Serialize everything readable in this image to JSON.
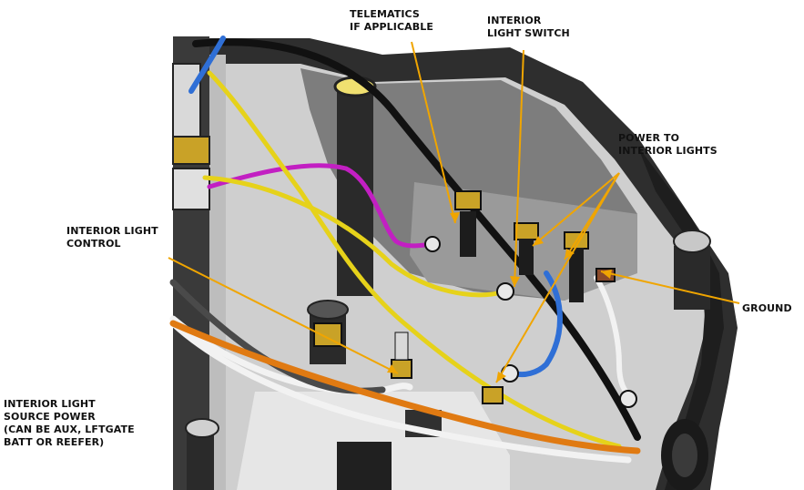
{
  "labels": {
    "telematics": [
      "TELEMATICS",
      "IF APPLICABLE"
    ],
    "interior_light_switch": [
      "INTERIOR",
      "LIGHT SWITCH"
    ],
    "power_to_interior_lights": [
      "POWER TO",
      "INTERIOR LIGHTS"
    ],
    "interior_light_control": [
      "INTERIOR LIGHT",
      "CONTROL"
    ],
    "ground": [
      "GROUND"
    ],
    "interior_light_source_power": [
      "INTERIOR LIGHT",
      "SOURCE POWER",
      "(CAN BE AUX, LFTGATE",
      "BATT OR REEFER)"
    ]
  },
  "colors": {
    "leader_line": "#f0a500",
    "housing_dark": "#2b2b2b",
    "housing_light": "#d8d8d8",
    "wire_black": "#111111",
    "wire_yellow": "#e6d21a",
    "wire_blue": "#2f6fd6",
    "wire_magenta": "#c21fc2",
    "wire_orange": "#e07a12",
    "wire_white": "#f2f2f2",
    "wire_grey": "#4a4a4a",
    "brass": "#c9a227"
  }
}
